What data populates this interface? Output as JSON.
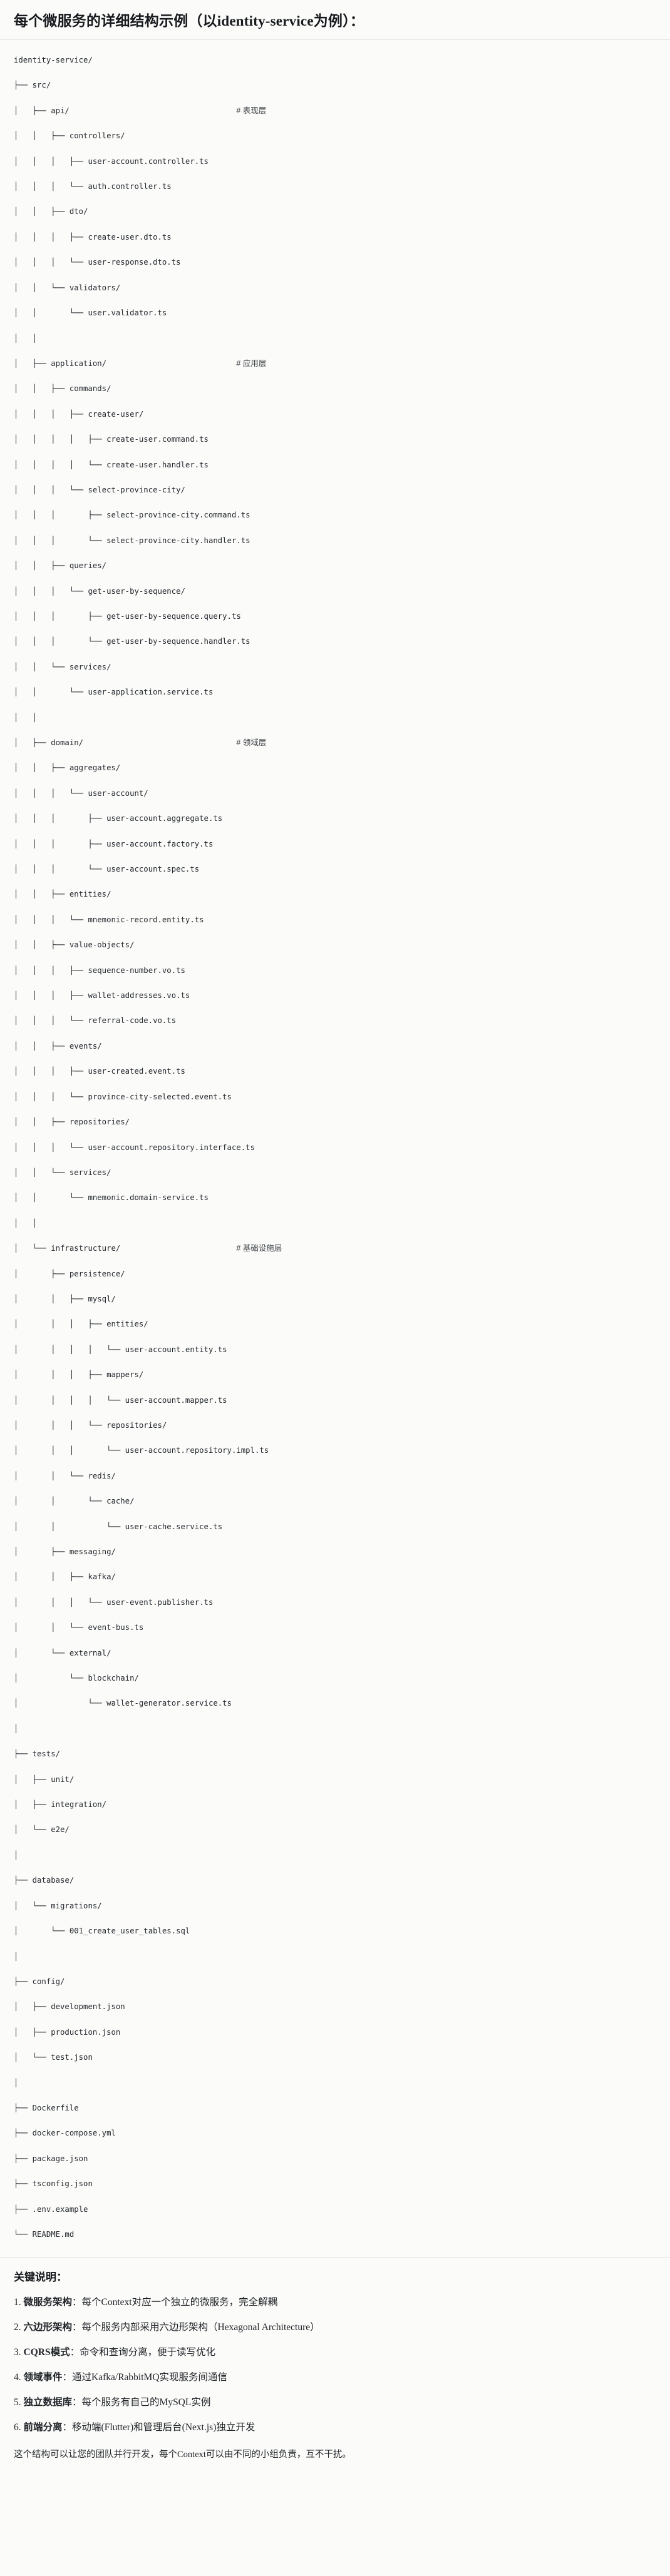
{
  "heading": "每个微服务的详细结构示例（以identity-service为例）：",
  "tree": {
    "root": "identity-service/",
    "lines": [
      "identity-service/",
      "├── src/",
      "│   ├── api/                                    # 表现层",
      "│   │   ├── controllers/",
      "│   │   │   ├── user-account.controller.ts",
      "│   │   │   └── auth.controller.ts",
      "│   │   ├── dto/",
      "│   │   │   ├── create-user.dto.ts",
      "│   │   │   └── user-response.dto.ts",
      "│   │   └── validators/",
      "│   │       └── user.validator.ts",
      "│   │",
      "│   ├── application/                            # 应用层",
      "│   │   ├── commands/",
      "│   │   │   ├── create-user/",
      "│   │   │   │   ├── create-user.command.ts",
      "│   │   │   │   └── create-user.handler.ts",
      "│   │   │   └── select-province-city/",
      "│   │   │       ├── select-province-city.command.ts",
      "│   │   │       └── select-province-city.handler.ts",
      "│   │   ├── queries/",
      "│   │   │   └── get-user-by-sequence/",
      "│   │   │       ├── get-user-by-sequence.query.ts",
      "│   │   │       └── get-user-by-sequence.handler.ts",
      "│   │   └── services/",
      "│   │       └── user-application.service.ts",
      "│   │",
      "│   ├── domain/                                 # 领域层",
      "│   │   ├── aggregates/",
      "│   │   │   └── user-account/",
      "│   │   │       ├── user-account.aggregate.ts",
      "│   │   │       ├── user-account.factory.ts",
      "│   │   │       └── user-account.spec.ts",
      "│   │   ├── entities/",
      "│   │   │   └── mnemonic-record.entity.ts",
      "│   │   ├── value-objects/",
      "│   │   │   ├── sequence-number.vo.ts",
      "│   │   │   ├── wallet-addresses.vo.ts",
      "│   │   │   └── referral-code.vo.ts",
      "│   │   ├── events/",
      "│   │   │   ├── user-created.event.ts",
      "│   │   │   └── province-city-selected.event.ts",
      "│   │   ├── repositories/",
      "│   │   │   └── user-account.repository.interface.ts",
      "│   │   └── services/",
      "│   │       └── mnemonic.domain-service.ts",
      "│   │",
      "│   └── infrastructure/                         # 基础设施层",
      "│       ├── persistence/",
      "│       │   ├── mysql/",
      "│       │   │   ├── entities/",
      "│       │   │   │   └── user-account.entity.ts",
      "│       │   │   ├── mappers/",
      "│       │   │   │   └── user-account.mapper.ts",
      "│       │   │   └── repositories/",
      "│       │   │       └── user-account.repository.impl.ts",
      "│       │   └── redis/",
      "│       │       └── cache/",
      "│       │           └── user-cache.service.ts",
      "│       ├── messaging/",
      "│       │   ├── kafka/",
      "│       │   │   └── user-event.publisher.ts",
      "│       │   └── event-bus.ts",
      "│       └── external/",
      "│           └── blockchain/",
      "│               └── wallet-generator.service.ts",
      "│",
      "├── tests/",
      "│   ├── unit/",
      "│   ├── integration/",
      "│   └── e2e/",
      "│",
      "├── database/",
      "│   └── migrations/",
      "│       └── 001_create_user_tables.sql",
      "│",
      "├── config/",
      "│   ├── development.json",
      "│   ├── production.json",
      "│   └── test.json",
      "│",
      "├── Dockerfile",
      "├── docker-compose.yml",
      "├── package.json",
      "├── tsconfig.json",
      "├── .env.example",
      "└── README.md"
    ],
    "comments": [
      {
        "label": "# 表现层",
        "layer": "api"
      },
      {
        "label": "# 应用层",
        "layer": "application"
      },
      {
        "label": "# 领域层",
        "layer": "domain"
      },
      {
        "label": "# 基础设施层",
        "layer": "infrastructure"
      }
    ]
  },
  "notes": {
    "title": "关键说明：",
    "items": [
      {
        "num": "1.",
        "term": "微服务架构",
        "sep": "：",
        "desc": "每个Context对应一个独立的微服务，完全解耦"
      },
      {
        "num": "2.",
        "term": "六边形架构",
        "sep": "：",
        "desc": "每个服务内部采用六边形架构（Hexagonal Architecture）"
      },
      {
        "num": "3.",
        "term": "CQRS模式",
        "sep": "：",
        "desc": "命令和查询分离，便于读写优化"
      },
      {
        "num": "4.",
        "term": "领域事件",
        "sep": "：",
        "desc": "通过Kafka/RabbitMQ实现服务间通信"
      },
      {
        "num": "5.",
        "term": "独立数据库",
        "sep": "：",
        "desc": "每个服务有自己的MySQL实例"
      },
      {
        "num": "6.",
        "term": "前端分离",
        "sep": "：",
        "desc": "移动端(Flutter)和管理后台(Next.js)独立开发"
      }
    ],
    "footer": "这个结构可以让您的团队并行开发，每个Context可以由不同的小组负责，互不干扰。"
  }
}
